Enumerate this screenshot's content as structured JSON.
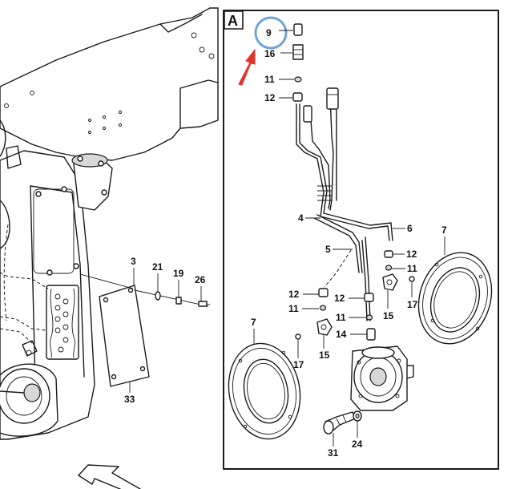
{
  "diagram": {
    "frame_label": "A",
    "callouts_left": [
      {
        "id": "c3",
        "text": "3"
      },
      {
        "id": "c21",
        "text": "21"
      },
      {
        "id": "c19",
        "text": "19"
      },
      {
        "id": "c26",
        "text": "26"
      },
      {
        "id": "c33",
        "text": "33"
      }
    ],
    "callouts_detail": [
      {
        "id": "c9",
        "text": "9"
      },
      {
        "id": "c16",
        "text": "16"
      },
      {
        "id": "c11a",
        "text": "11"
      },
      {
        "id": "c12a",
        "text": "12"
      },
      {
        "id": "c4",
        "text": "4"
      },
      {
        "id": "c5",
        "text": "5"
      },
      {
        "id": "c6",
        "text": "6"
      },
      {
        "id": "c7a",
        "text": "7"
      },
      {
        "id": "c12b",
        "text": "12"
      },
      {
        "id": "c11b",
        "text": "11"
      },
      {
        "id": "c17a",
        "text": "17"
      },
      {
        "id": "c15a",
        "text": "15"
      },
      {
        "id": "c12c",
        "text": "12"
      },
      {
        "id": "c11c",
        "text": "11"
      },
      {
        "id": "c12d",
        "text": "12"
      },
      {
        "id": "c11d",
        "text": "11"
      },
      {
        "id": "c14",
        "text": "14"
      },
      {
        "id": "c15b",
        "text": "15"
      },
      {
        "id": "c7b",
        "text": "7"
      },
      {
        "id": "c17b",
        "text": "17"
      },
      {
        "id": "c24",
        "text": "24"
      },
      {
        "id": "c31",
        "text": "31"
      }
    ],
    "highlight_color": "#6fa3d6",
    "arrow_color": "#e0332b"
  }
}
